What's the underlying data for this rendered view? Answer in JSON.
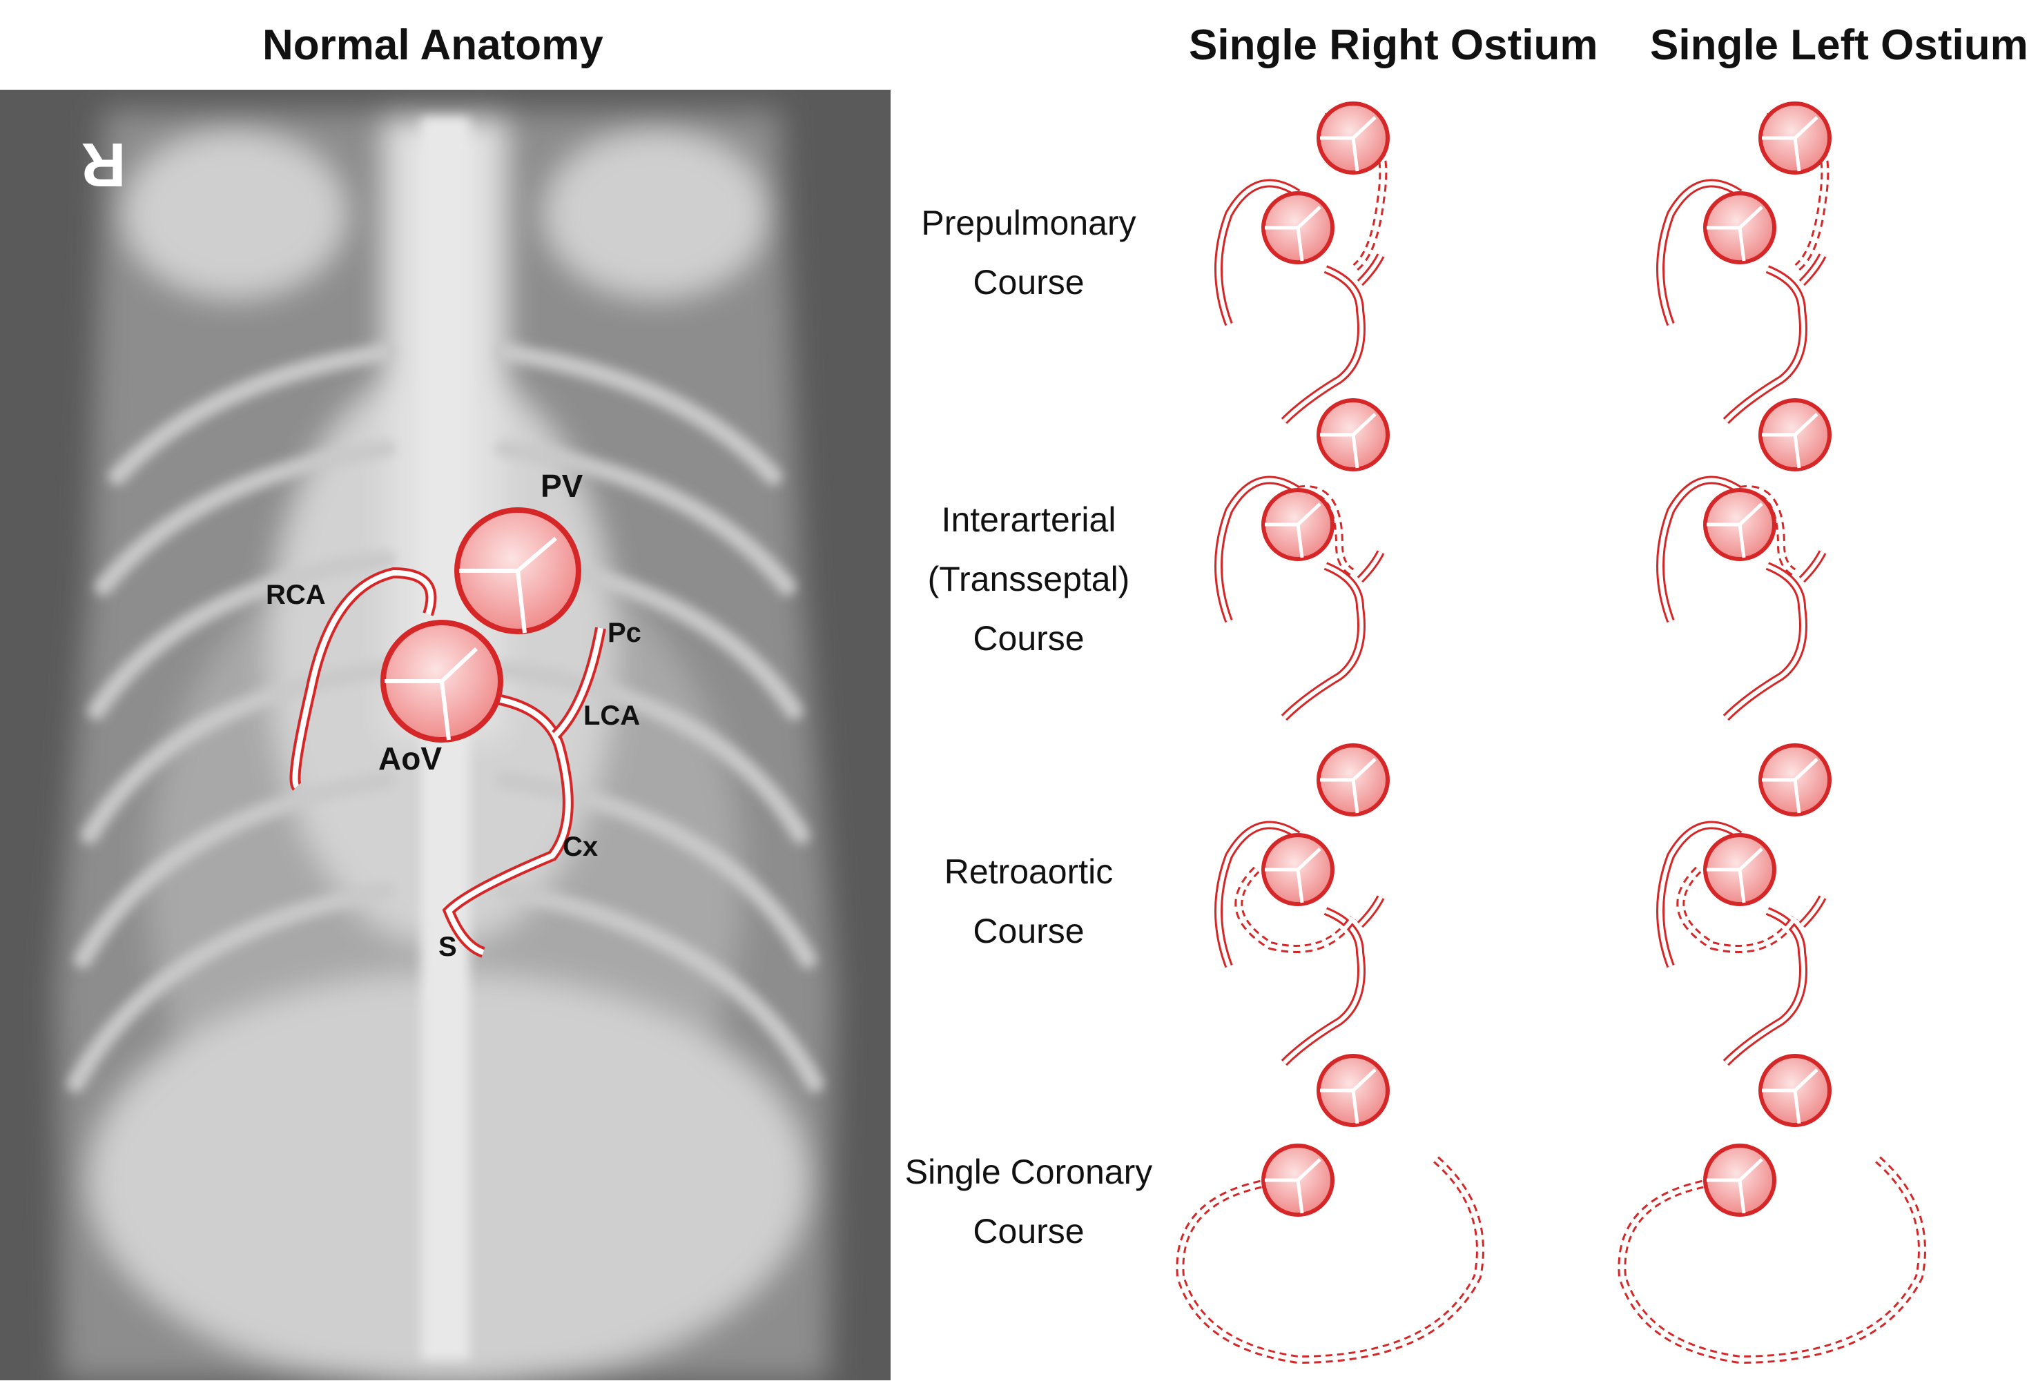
{
  "headers": {
    "normal": "Normal Anatomy",
    "right": "Single Right Ostium",
    "left": "Single Left Ostium"
  },
  "radiograph": {
    "marker": "R",
    "labels": {
      "pv": "PV",
      "rca": "RCA",
      "pc": "Pc",
      "lca": "LCA",
      "aov": "AoV",
      "cx": "Cx",
      "s": "S"
    }
  },
  "rows": [
    {
      "line1": "Prepulmonary",
      "line2": "Course",
      "line3": ""
    },
    {
      "line1": "Interarterial",
      "line2": "(Transseptal)",
      "line3": "Course"
    },
    {
      "line1": "Retroaortic",
      "line2": "Course",
      "line3": ""
    },
    {
      "line1": "Single Coronary",
      "line2": "Course",
      "line3": ""
    }
  ],
  "colors": {
    "vessel": "#d62728",
    "valve_fill": "#f4a3a3",
    "xray_bg": "#5e5e5e"
  }
}
